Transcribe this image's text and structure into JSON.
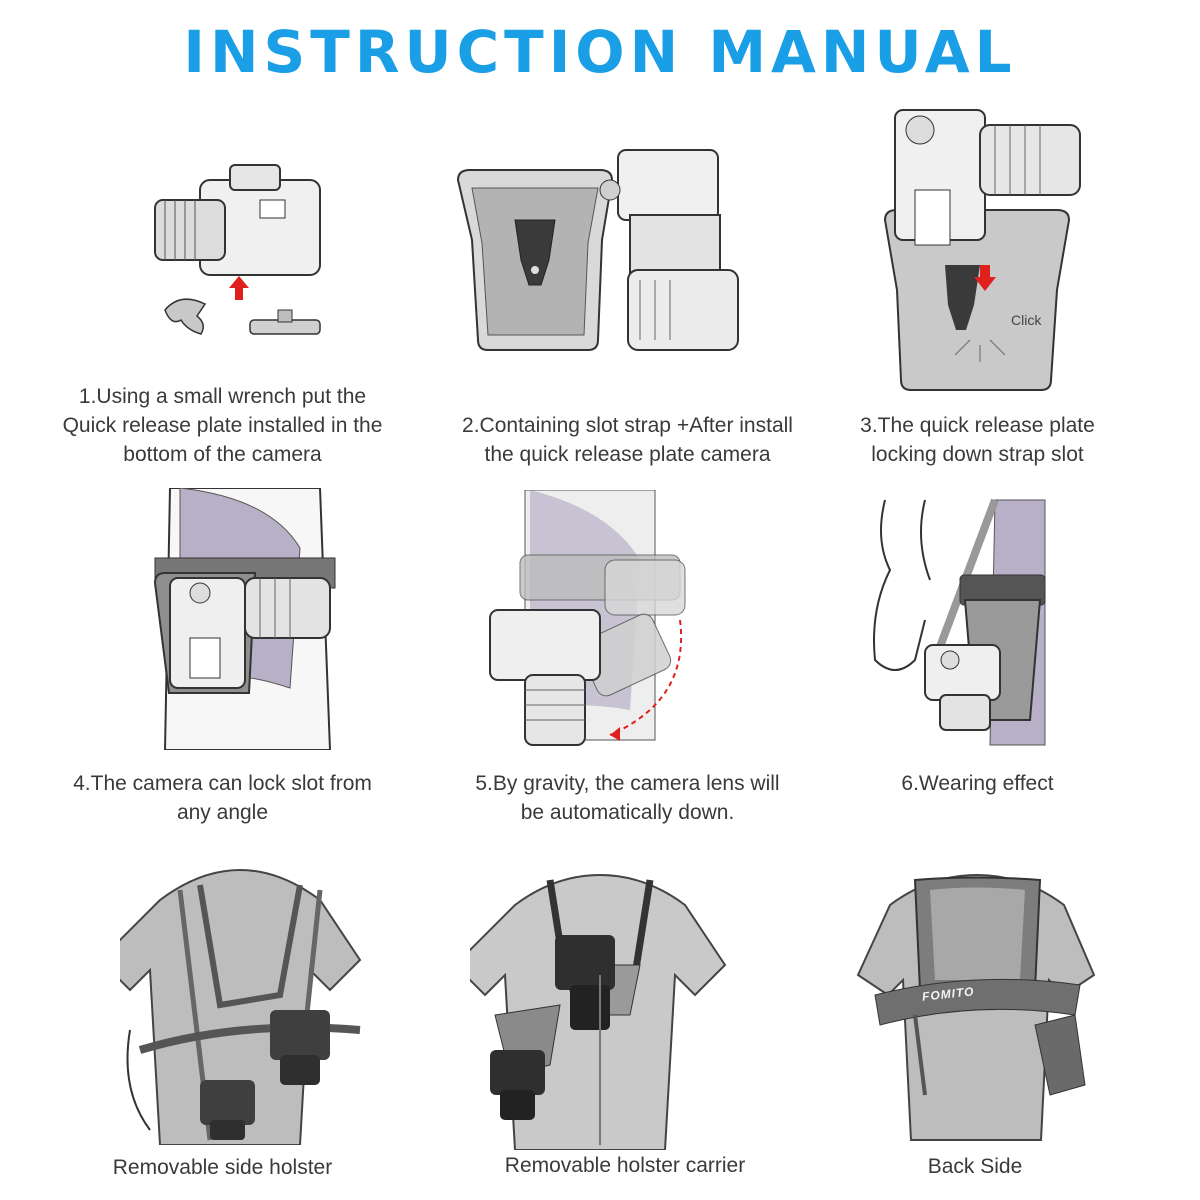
{
  "page": {
    "title": "INSTRUCTION MANUAL",
    "accent_color": "#1a9ee6",
    "arrow_color": "#e0201c"
  },
  "steps": [
    {
      "caption": "1.Using a small wrench put the Quick release plate installed in the bottom of the camera",
      "icon": "camera-wrench-plate-icon"
    },
    {
      "caption": "2.Containing slot strap +After install the quick release plate camera",
      "icon": "strap-slot-camera-icon"
    },
    {
      "caption": "3.The quick release plate locking down strap slot",
      "icon": "camera-locking-icon",
      "annotation": "Click"
    },
    {
      "caption": "4.The camera can lock slot from any angle",
      "icon": "camera-on-belt-icon"
    },
    {
      "caption": "5.By gravity, the camera lens will be automatically down.",
      "icon": "camera-rotating-down-icon"
    },
    {
      "caption": "6.Wearing effect",
      "icon": "wearing-effect-icon"
    },
    {
      "caption": "Removable side holster",
      "icon": "side-holster-icon"
    },
    {
      "caption": "Removable holster carrier",
      "icon": "holster-carrier-icon"
    },
    {
      "caption": "Back Side",
      "icon": "back-side-harness-icon",
      "brand": "FOMITO"
    }
  ]
}
